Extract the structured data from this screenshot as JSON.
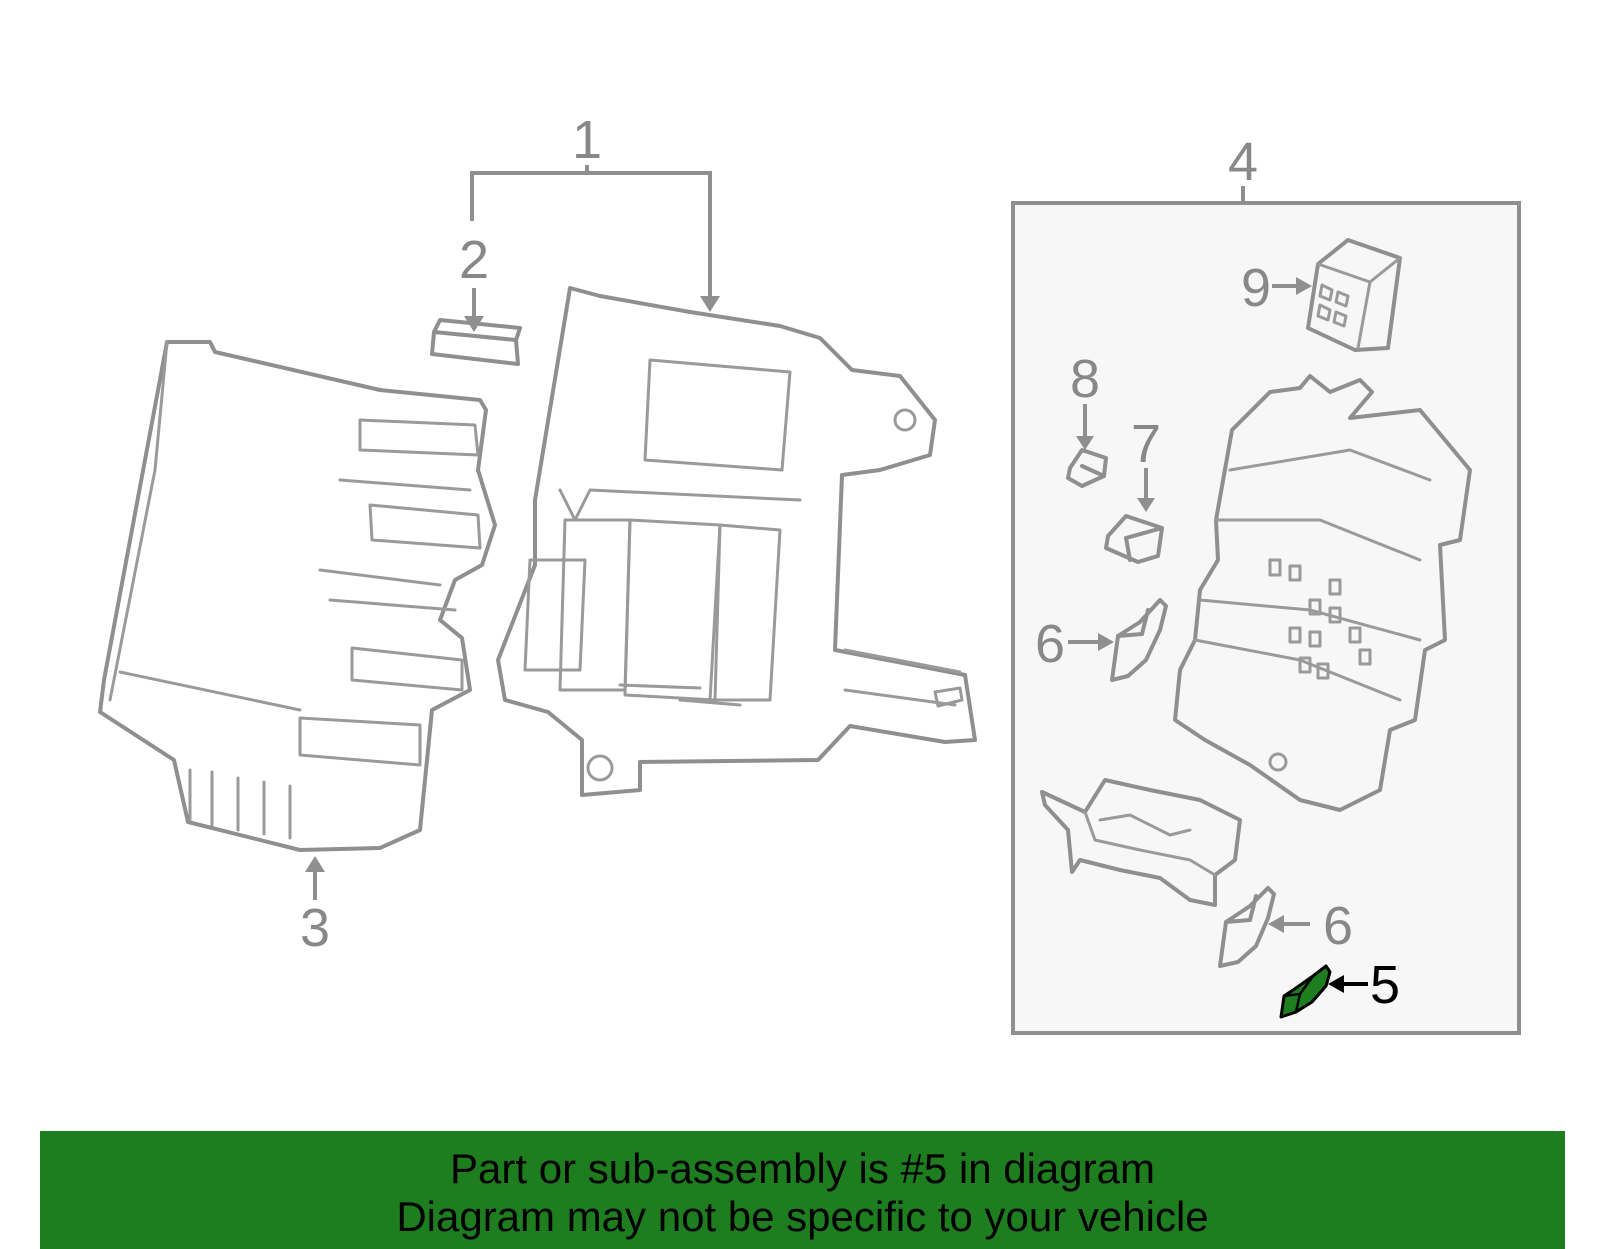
{
  "callouts": {
    "c1": "1",
    "c2": "2",
    "c3": "3",
    "c4": "4",
    "c5": "5",
    "c6a": "6",
    "c6b": "6",
    "c7": "7",
    "c8": "8",
    "c9": "9"
  },
  "highlighted_part": "5",
  "colors": {
    "line_art": "#8f8f8f",
    "highlight_fill": "#1e7d1e",
    "banner": "#1e7d1e",
    "subassembly_box": "#f7f7f7"
  },
  "banner": {
    "line1": "Part or sub-assembly is #5 in diagram",
    "line2": "Diagram may not be specific to your vehicle"
  }
}
